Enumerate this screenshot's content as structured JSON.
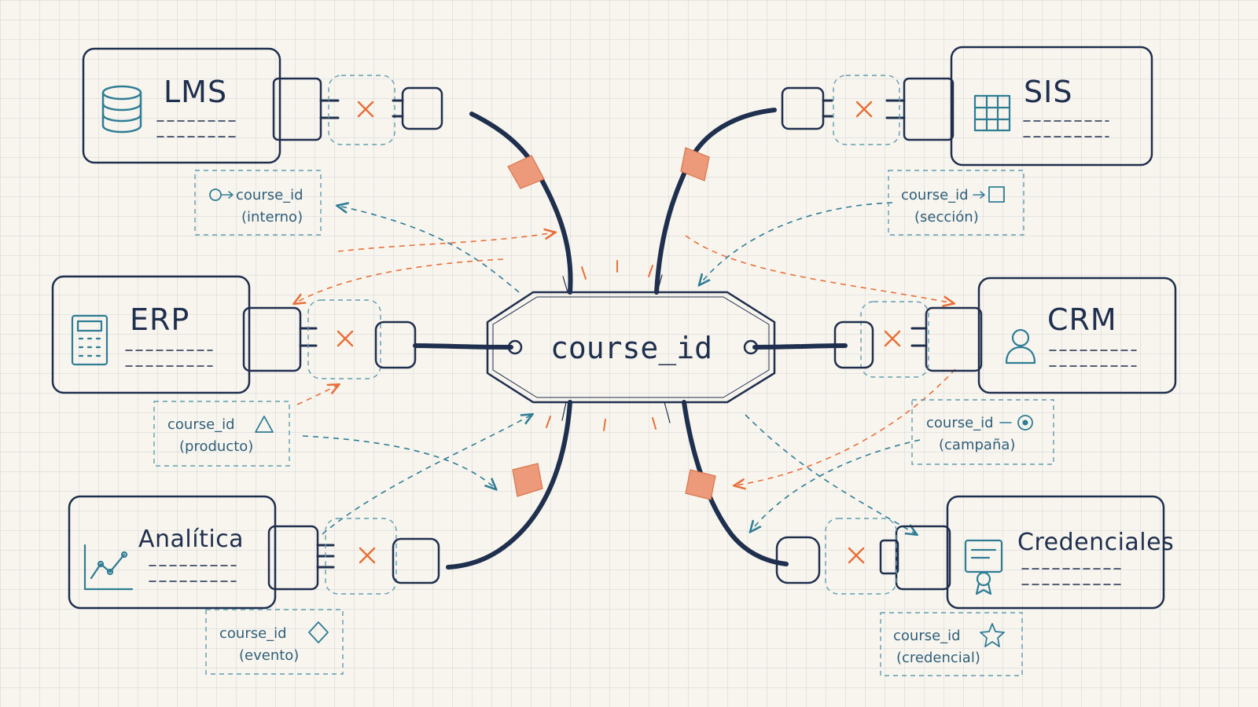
{
  "hub": {
    "label": "course_id"
  },
  "systems": {
    "lms": {
      "label": "LMS"
    },
    "sis": {
      "label": "SIS"
    },
    "erp": {
      "label": "ERP"
    },
    "crm": {
      "label": "CRM"
    },
    "analitica": {
      "label": "Analítica"
    },
    "credenciales": {
      "label": "Credenciales"
    }
  },
  "notes": {
    "lms": {
      "line1": "course_id",
      "line2": "(interno)"
    },
    "sis": {
      "line1": "course_id",
      "line2": "(sección)"
    },
    "erp": {
      "line1": "course_id",
      "line2": "(producto)"
    },
    "crm": {
      "line1": "course_id",
      "line2": "(campaña)"
    },
    "analitica": {
      "line1": "course_id",
      "line2": "(evento)"
    },
    "credenciales": {
      "line1": "course_id",
      "line2": "(credencial)"
    }
  },
  "icons": {
    "lms": "database-icon",
    "sis": "table-grid-icon",
    "erp": "calculator-icon",
    "crm": "user-icon",
    "analitica": "line-chart-icon",
    "credenciales": "certificate-icon"
  },
  "colors": {
    "ink": "#1f2f4e",
    "teal": "#2f7d95",
    "orange": "#e8703a",
    "tape": "#ec9a7a",
    "background": "#f8f5ee"
  }
}
